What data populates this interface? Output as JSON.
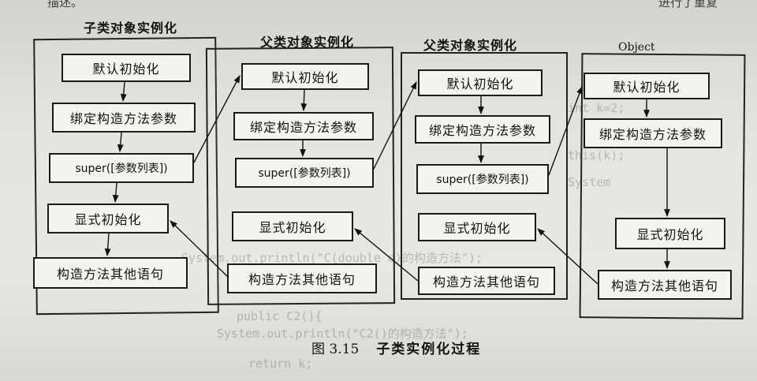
{
  "header_fragment": {
    "left": "描述。",
    "right": "进行了重复"
  },
  "background_code": {
    "line1": "int k=2;",
    "line2": "this(k);",
    "line3": "System",
    "line4": "System.out.println(\"C(double d)的构造方法\");",
    "line5": "public C2(){",
    "line6": "System.out.println(\"C2()的构造方法\");",
    "line7": "return k;"
  },
  "columns": [
    {
      "title": "子类对象实例化",
      "boxes": [
        "默认初始化",
        "绑定构造方法参数",
        "super([参数列表])",
        "显式初始化",
        "构造方法其他语句"
      ]
    },
    {
      "title": "父类对象实例化",
      "boxes": [
        "默认初始化",
        "绑定构造方法参数",
        "super([参数列表])",
        "显式初始化",
        "构造方法其他语句"
      ]
    },
    {
      "title": "父类对象实例化",
      "boxes": [
        "默认初始化",
        "绑定构造方法参数",
        "super([参数列表])",
        "显式初始化",
        "构造方法其他语句"
      ]
    },
    {
      "title": "Object",
      "boxes": [
        "默认初始化",
        "绑定构造方法参数",
        "显式初始化",
        "构造方法其他语句"
      ]
    }
  ],
  "caption": {
    "number": "图 3.15",
    "text": "子类实例化过程"
  }
}
